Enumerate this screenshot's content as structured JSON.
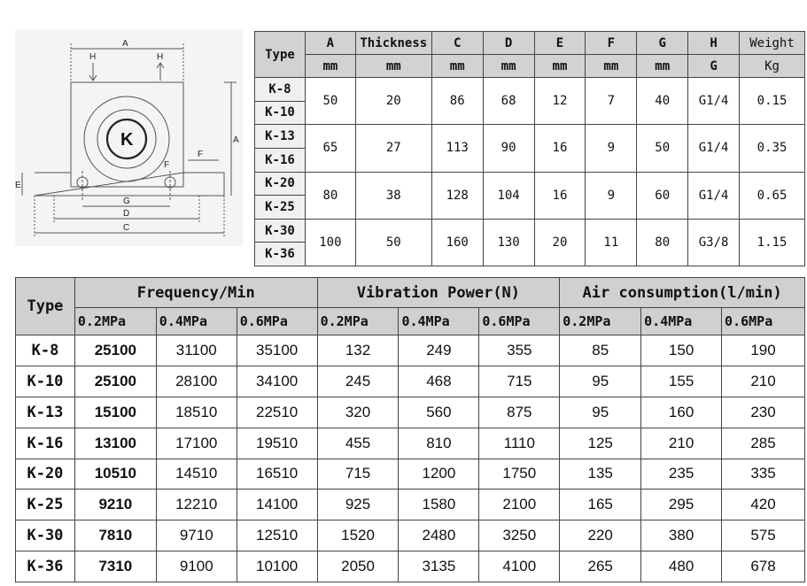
{
  "diagram": {
    "center_label": "K",
    "dim_labels": {
      "A": "A",
      "H": "H",
      "F": "F",
      "E": "E",
      "G": "G",
      "D": "D",
      "C": "C"
    }
  },
  "dimensions_table": {
    "type_header": "Type",
    "columns": [
      {
        "label": "A",
        "unit": "mm"
      },
      {
        "label": "Thickness",
        "unit": "mm"
      },
      {
        "label": "C",
        "unit": "mm"
      },
      {
        "label": "D",
        "unit": "mm"
      },
      {
        "label": "E",
        "unit": "mm"
      },
      {
        "label": "F",
        "unit": "mm"
      },
      {
        "label": "G",
        "unit": "mm"
      },
      {
        "label": "H",
        "unit": "G"
      },
      {
        "label": "Weight",
        "unit": "Kg"
      }
    ],
    "groups": [
      {
        "types": [
          "K-8",
          "K-10"
        ],
        "values": [
          "50",
          "20",
          "86",
          "68",
          "12",
          "7",
          "40",
          "G1/4",
          "0.15"
        ]
      },
      {
        "types": [
          "K-13",
          "K-16"
        ],
        "values": [
          "65",
          "27",
          "113",
          "90",
          "16",
          "9",
          "50",
          "G1/4",
          "0.35"
        ]
      },
      {
        "types": [
          "K-20",
          "K-25"
        ],
        "values": [
          "80",
          "38",
          "128",
          "104",
          "16",
          "9",
          "60",
          "G1/4",
          "0.65"
        ]
      },
      {
        "types": [
          "K-30",
          "K-36"
        ],
        "values": [
          "100",
          "50",
          "160",
          "130",
          "20",
          "11",
          "80",
          "G3/8",
          "1.15"
        ]
      }
    ]
  },
  "performance_table": {
    "type_header": "Type",
    "groups": [
      "Frequency/Min",
      "Vibration Power(N)",
      "Air consumption(l/min)"
    ],
    "pressures": [
      "0.2MPa",
      "0.4MPa",
      "0.6MPa",
      "0.2MPa",
      "0.4MPa",
      "0.6MPa",
      "0.2MPa",
      "0.4MPa",
      "0.6MPa"
    ],
    "rows": [
      {
        "type": "K-8",
        "values": [
          "25100",
          "31100",
          "35100",
          "132",
          "249",
          "355",
          "85",
          "150",
          "190"
        ]
      },
      {
        "type": "K-10",
        "values": [
          "25100",
          "28100",
          "34100",
          "245",
          "468",
          "715",
          "95",
          "155",
          "210"
        ]
      },
      {
        "type": "K-13",
        "values": [
          "15100",
          "18510",
          "22510",
          "320",
          "560",
          "875",
          "95",
          "160",
          "230"
        ]
      },
      {
        "type": "K-16",
        "values": [
          "13100",
          "17100",
          "19510",
          "455",
          "810",
          "1110",
          "125",
          "210",
          "285"
        ]
      },
      {
        "type": "K-20",
        "values": [
          "10510",
          "14510",
          "16510",
          "715",
          "1200",
          "1750",
          "135",
          "235",
          "335"
        ]
      },
      {
        "type": "K-25",
        "values": [
          "9210",
          "12210",
          "14100",
          "925",
          "1580",
          "2100",
          "165",
          "295",
          "420"
        ]
      },
      {
        "type": "K-30",
        "values": [
          "7810",
          "9710",
          "12510",
          "1520",
          "2480",
          "3250",
          "220",
          "380",
          "575"
        ]
      },
      {
        "type": "K-36",
        "values": [
          "7310",
          "9100",
          "10100",
          "2050",
          "3135",
          "4100",
          "265",
          "480",
          "678"
        ]
      }
    ]
  }
}
